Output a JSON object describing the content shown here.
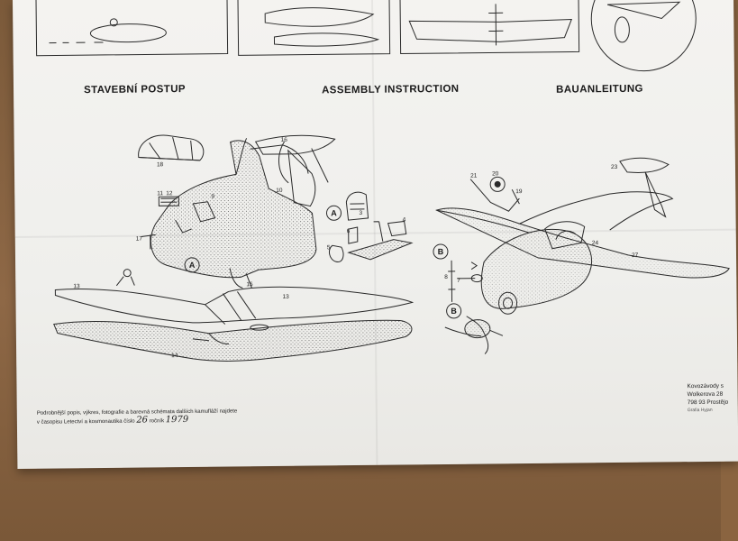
{
  "headings": {
    "czech": "STAVEBNÍ POSTUP",
    "english": "ASSEMBLY INSTRUCTION",
    "german": "BAUANLEITUNG"
  },
  "footer": {
    "line1": "Podrobnější popis, výkres, fotografie a barevná schémata dalších kamufláží najdete",
    "line2_prefix": "v časopisu Letectví a kosmonautika číslo",
    "issue_number": "26",
    "year_word": "ročník",
    "year": "1979"
  },
  "publisher": {
    "line1": "Kovozávody s",
    "line2": "Wolkerova 28",
    "line3": "798 93 Prostějo",
    "line4": "Grafia Hyjan"
  },
  "step_markers": {
    "a1": "A",
    "a2": "A",
    "b1": "B",
    "b2": "B"
  },
  "part_numbers": {
    "n16": "16",
    "n18": "18",
    "n11": "11",
    "n12": "12",
    "n9": "9",
    "n10": "10",
    "n17": "17",
    "n13a": "13",
    "n13b": "13",
    "n14": "14",
    "n15": "15",
    "n3": "3",
    "n4": "4",
    "n5": "5",
    "n6": "6",
    "n20": "20",
    "n21": "21",
    "n19": "19",
    "n23": "23",
    "n24": "24",
    "n7": "7",
    "n8": "8",
    "n27": "27"
  }
}
